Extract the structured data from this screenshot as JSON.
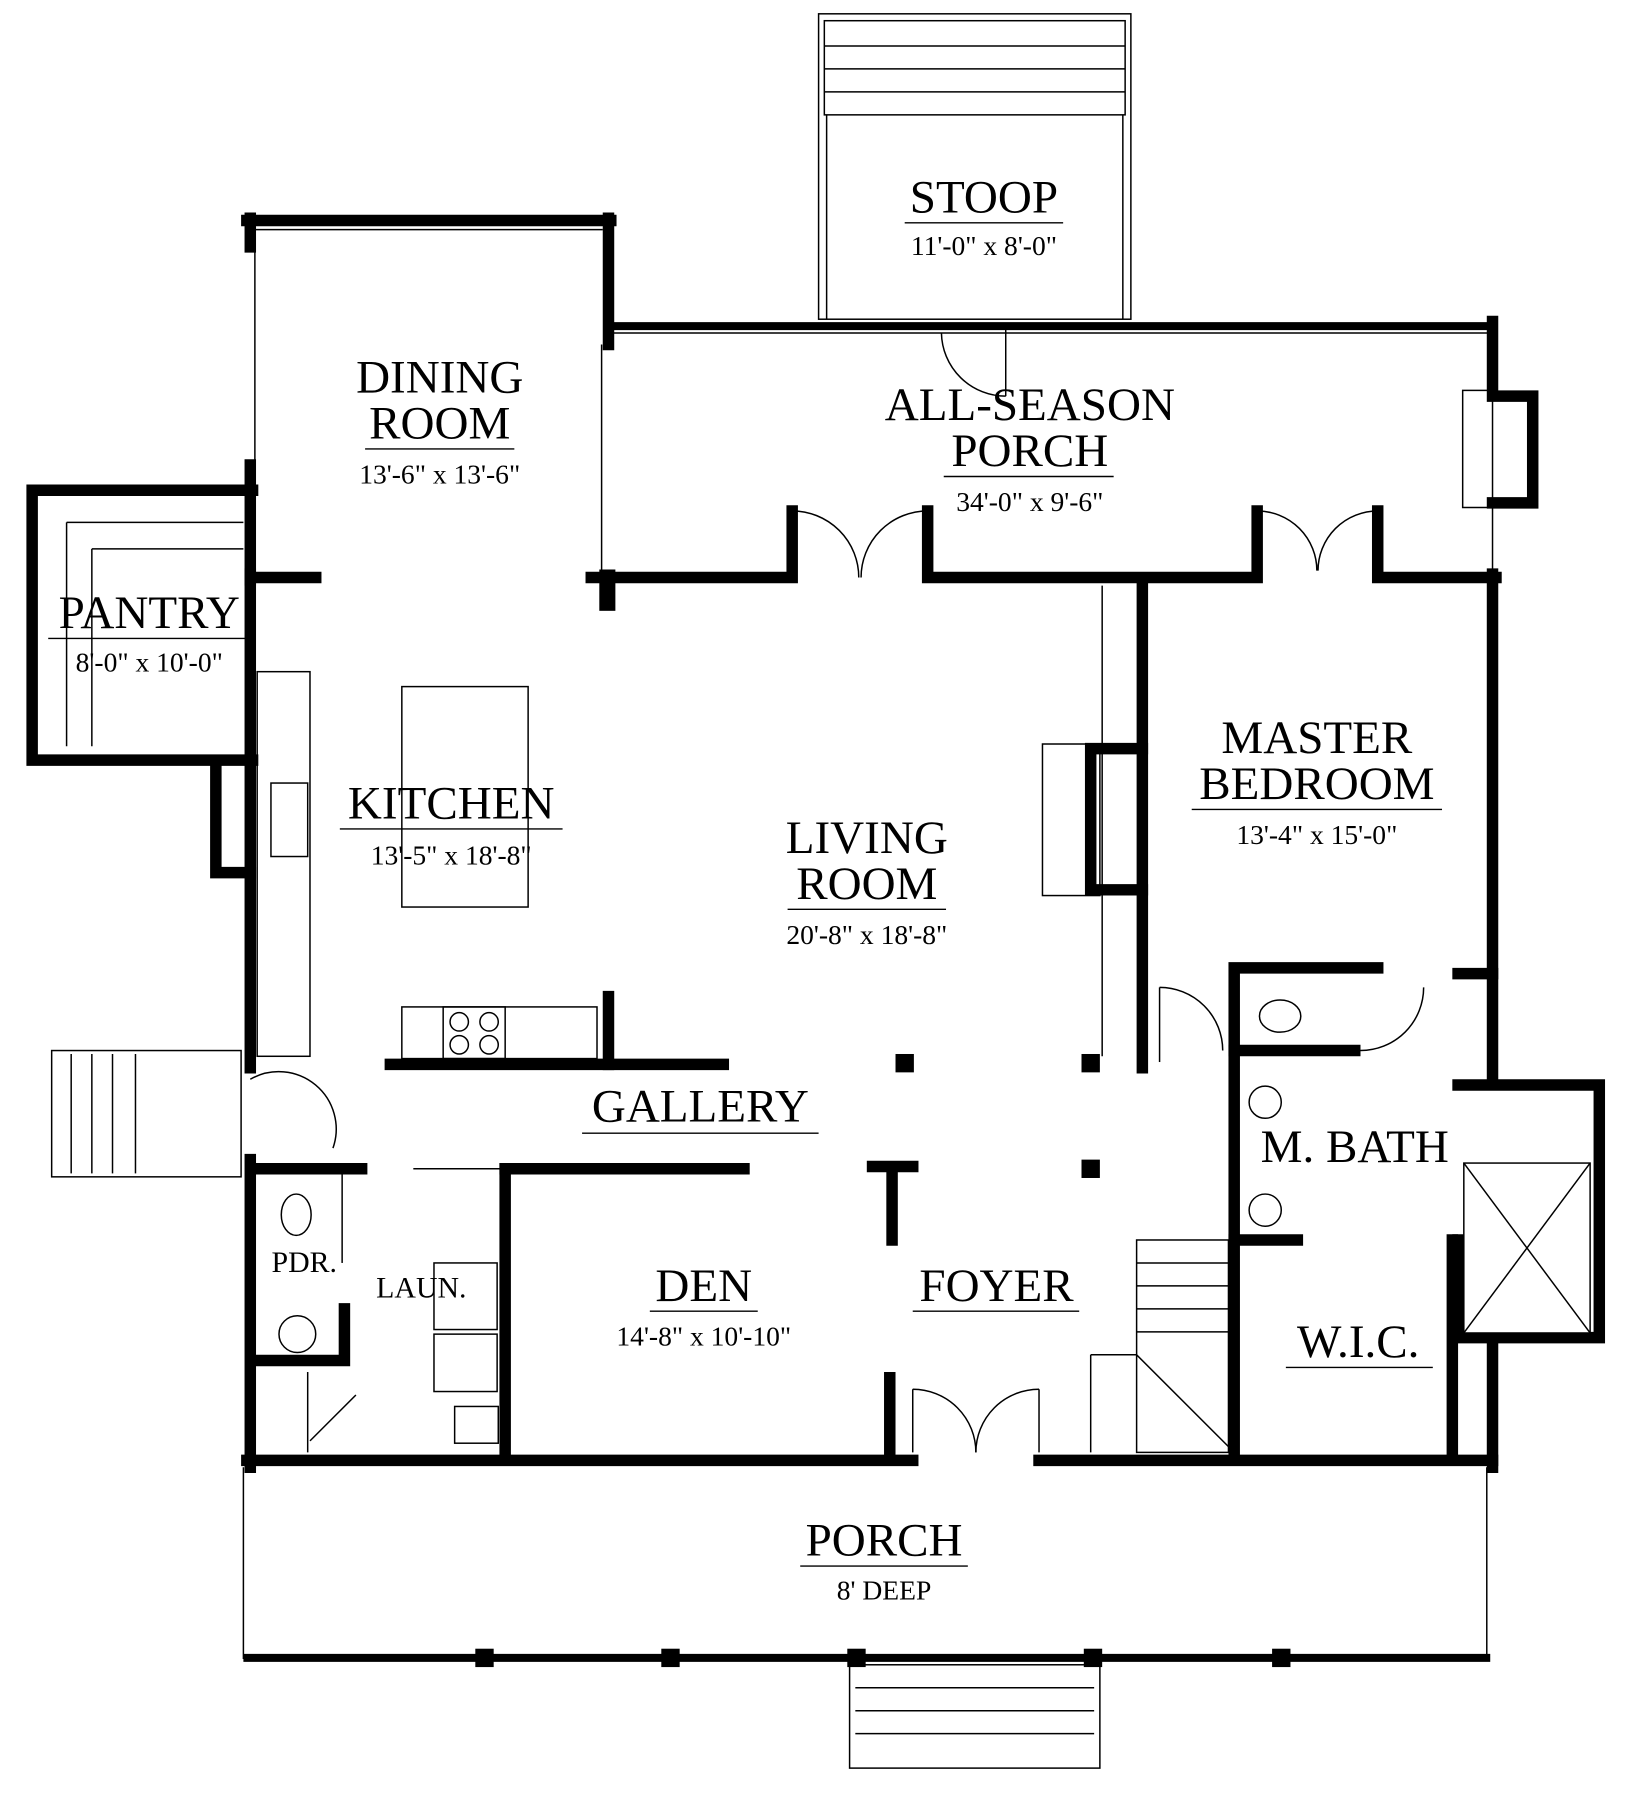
{
  "plan": {
    "rooms": {
      "stoop": {
        "name": "STOOP",
        "dims": "11'-0\" x 8'-0\""
      },
      "dining": {
        "name1": "DINING",
        "name2": "ROOM",
        "dims": "13'-6\" x 13'-6\""
      },
      "all_season_porch": {
        "name1": "ALL-SEASON",
        "name2": "PORCH",
        "dims": "34'-0\" x 9'-6\""
      },
      "pantry": {
        "name": "PANTRY",
        "dims": "8'-0\" x 10'-0\""
      },
      "kitchen": {
        "name": "KITCHEN",
        "dims": "13'-5\" x 18'-8\""
      },
      "living": {
        "name1": "LIVING",
        "name2": "ROOM",
        "dims": "20'-8\" x 18'-8\""
      },
      "master_bedroom": {
        "name1": "MASTER",
        "name2": "BEDROOM",
        "dims": "13'-4\" x 15'-0\""
      },
      "gallery": {
        "name": "GALLERY"
      },
      "master_bath": {
        "name": "M. BATH"
      },
      "powder": {
        "name": "PDR."
      },
      "laundry": {
        "name": "LAUN."
      },
      "den": {
        "name": "DEN",
        "dims": "14'-8\" x 10'-10\""
      },
      "foyer": {
        "name": "FOYER"
      },
      "wic": {
        "name": "W.I.C."
      },
      "porch": {
        "name": "PORCH",
        "dims": "8' DEEP"
      }
    }
  }
}
